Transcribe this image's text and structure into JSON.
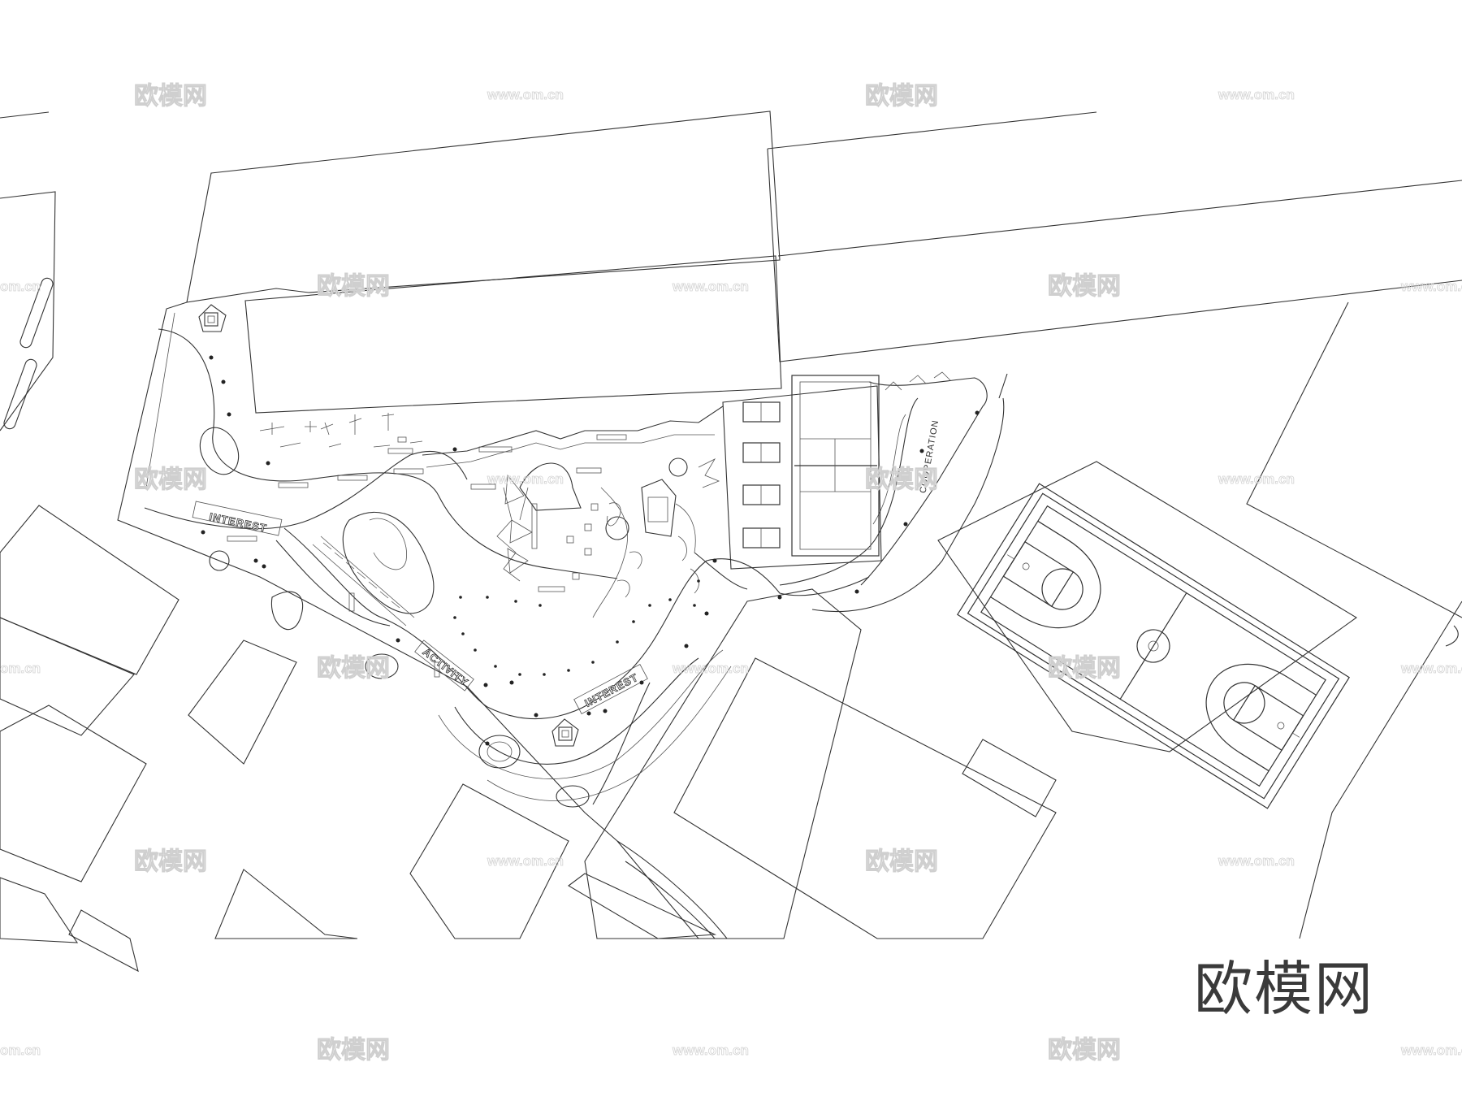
{
  "labels": {
    "interest_1": "INTEREST",
    "interest_2": "INTEREST",
    "activity": "ACTIVITY",
    "cooperation": "COOPERATION"
  },
  "watermark": {
    "logo": "欧模网",
    "url": "www.om.cn",
    "url_cut": "om.cn",
    "big_logo": "欧模网"
  }
}
